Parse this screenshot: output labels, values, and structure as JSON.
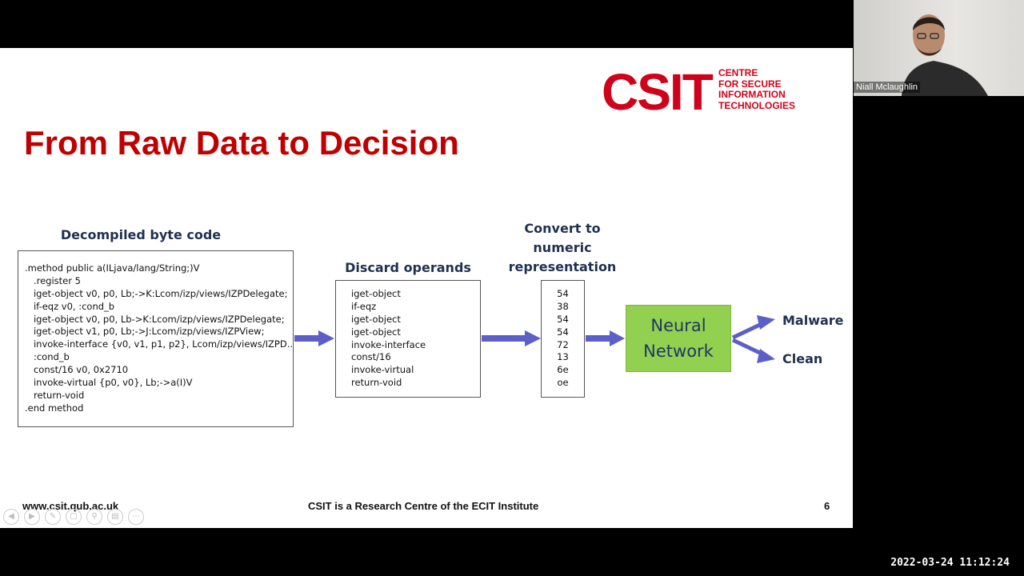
{
  "slide": {
    "logo_text": "CSIT",
    "logo_tagline": [
      "CENTRE",
      "FOR SECURE",
      "INFORMATION",
      "TECHNOLOGIES"
    ],
    "title": "From Raw Data to Decision",
    "decompiled_label": "Decompiled byte code",
    "code_lines": [
      ".method public a(ILjava/lang/String;)V",
      "   .register 5",
      "   iget-object v0, p0, Lb;->K:Lcom/izp/views/IZPDelegate;",
      "   if-eqz v0, :cond_b",
      "   iget-object v0, p0, Lb->K:Lcom/izp/views/IZPDelegate;",
      "   iget-object v1, p0, Lb;->J:Lcom/izp/views/IZPView;",
      "   invoke-interface {v0, v1, p1, p2}, Lcom/izp/views/IZPD....",
      "   :cond_b",
      "   const/16 v0, 0x2710",
      "   invoke-virtual {p0, v0}, Lb;->a(I)V",
      "   return-void",
      ".end method"
    ],
    "discard_label": "Discard operands",
    "opcodes": [
      "iget-object",
      "if-eqz",
      "iget-object",
      "iget-object",
      "invoke-interface",
      "const/16",
      "invoke-virtual",
      "return-void"
    ],
    "convert_label": [
      "Convert to",
      "numeric",
      "representation"
    ],
    "numeric": [
      "54",
      "38",
      "54",
      "54",
      "72",
      "13",
      "6e",
      "oe"
    ],
    "nn_label": [
      "Neural",
      "Network"
    ],
    "outputs": [
      "Malware",
      "Clean"
    ],
    "footer_url": "www.csit.qub.ac.uk",
    "footer_center": "CSIT is a Research Centre of the ECIT Institute",
    "page_number": "6"
  },
  "camera": {
    "participant_name": "Niall Mclaughlin"
  },
  "timestamp": "2022-03-24  11:12:24",
  "colors": {
    "title_red": "#c00000",
    "arrow_blue": "#5b5fc7",
    "nn_green": "#92d050"
  }
}
